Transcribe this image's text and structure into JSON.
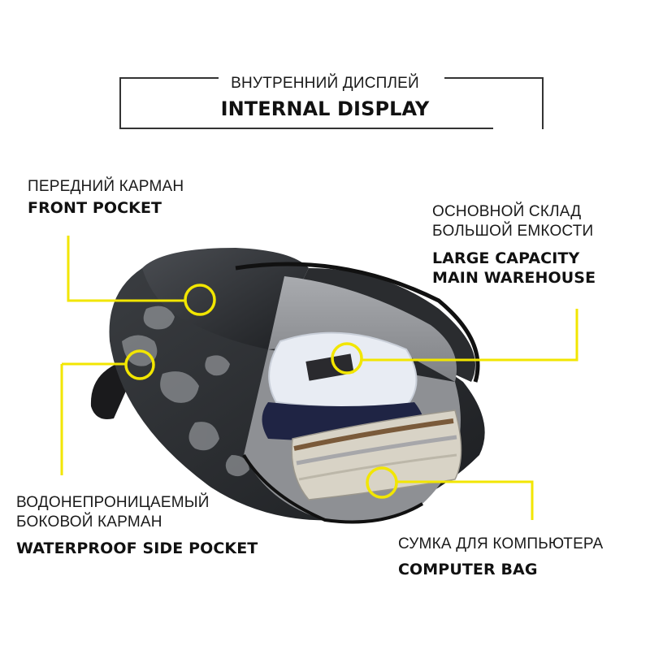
{
  "title": {
    "ru": "ВНУТРЕННИЙ ДИСПЛЕЙ",
    "en": "INTERNAL DISPLAY"
  },
  "callouts": {
    "front_pocket": {
      "ru": "ПЕРЕДНИЙ КАРМАН",
      "en": "FRONT POCKET"
    },
    "main_compartment": {
      "ru_line1": "ОСНОВНОЙ СКЛАД",
      "ru_line2": "БОЛЬШОЙ ЕМКОСТИ",
      "en_line1": "LARGE CAPACITY",
      "en_line2": "MAIN WAREHOUSE"
    },
    "side_pocket": {
      "ru_line1": "ВОДОНЕПРОНИЦАЕМЫЙ",
      "ru_line2": "БОКОВОЙ КАРМАН",
      "en": "WATERPROOF SIDE POCKET"
    },
    "computer_bag": {
      "ru": "СУМКА ДЛЯ КОМПЬЮТЕРА",
      "en": "COMPUTER BAG"
    }
  },
  "colors": {
    "callout_yellow": "#f2e600",
    "bag_dark": "#2b2e31",
    "bag_camo_light": "#8d9094",
    "lining_grey": "#9a9ca0",
    "shirt_white": "#e8ecf3",
    "navy_garment": "#1f2444"
  }
}
